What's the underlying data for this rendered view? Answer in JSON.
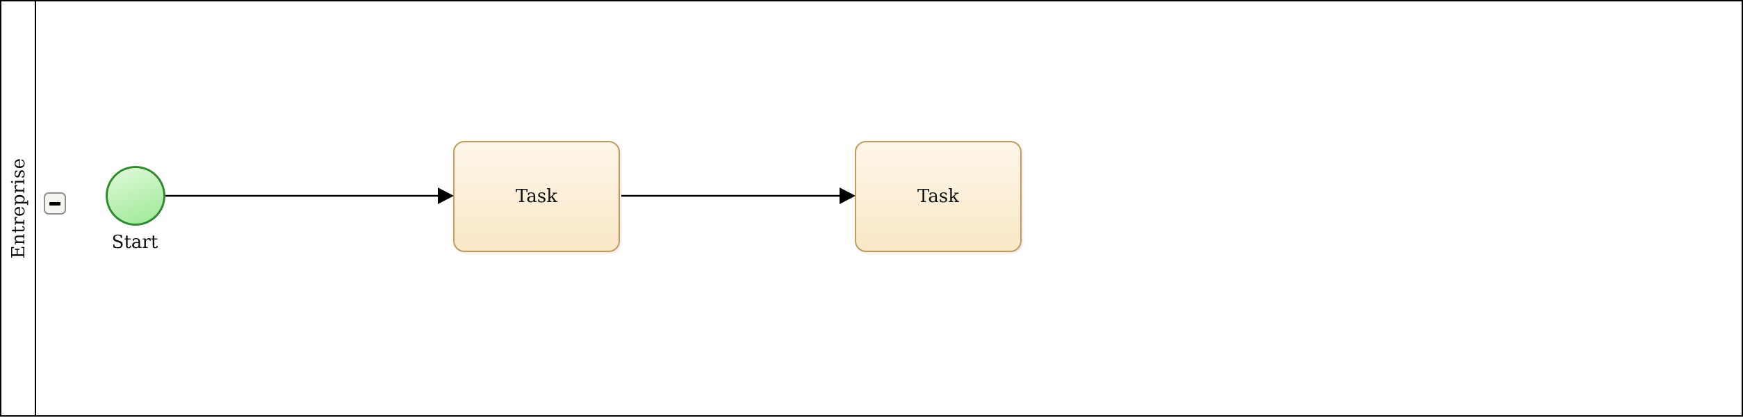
{
  "diagram": {
    "kind": "bpmn-process",
    "pool": {
      "label": "Entreprise",
      "collapse_button": {
        "icon": "minus-icon",
        "state": "expanded"
      }
    },
    "nodes": [
      {
        "id": "start",
        "type": "start-event",
        "label": "Start"
      },
      {
        "id": "task1",
        "type": "task",
        "label": "Task"
      },
      {
        "id": "task2",
        "type": "task",
        "label": "Task"
      }
    ],
    "edges": [
      {
        "from": "start",
        "to": "task1",
        "type": "sequence-flow"
      },
      {
        "from": "task1",
        "to": "task2",
        "type": "sequence-flow"
      }
    ],
    "colors": {
      "start_stroke": "#2e8b2e",
      "start_fill_top": "#e0f9db",
      "start_fill_bottom": "#9ce996",
      "task_stroke": "#c09a5e",
      "task_fill_top": "#fdf6e9",
      "task_fill_bottom": "#f9e8c6",
      "connector": "#000000",
      "pool_border": "#000000",
      "collapse_button_border": "#8f8f8f",
      "collapse_button_fill": "#f5f5f1"
    }
  }
}
